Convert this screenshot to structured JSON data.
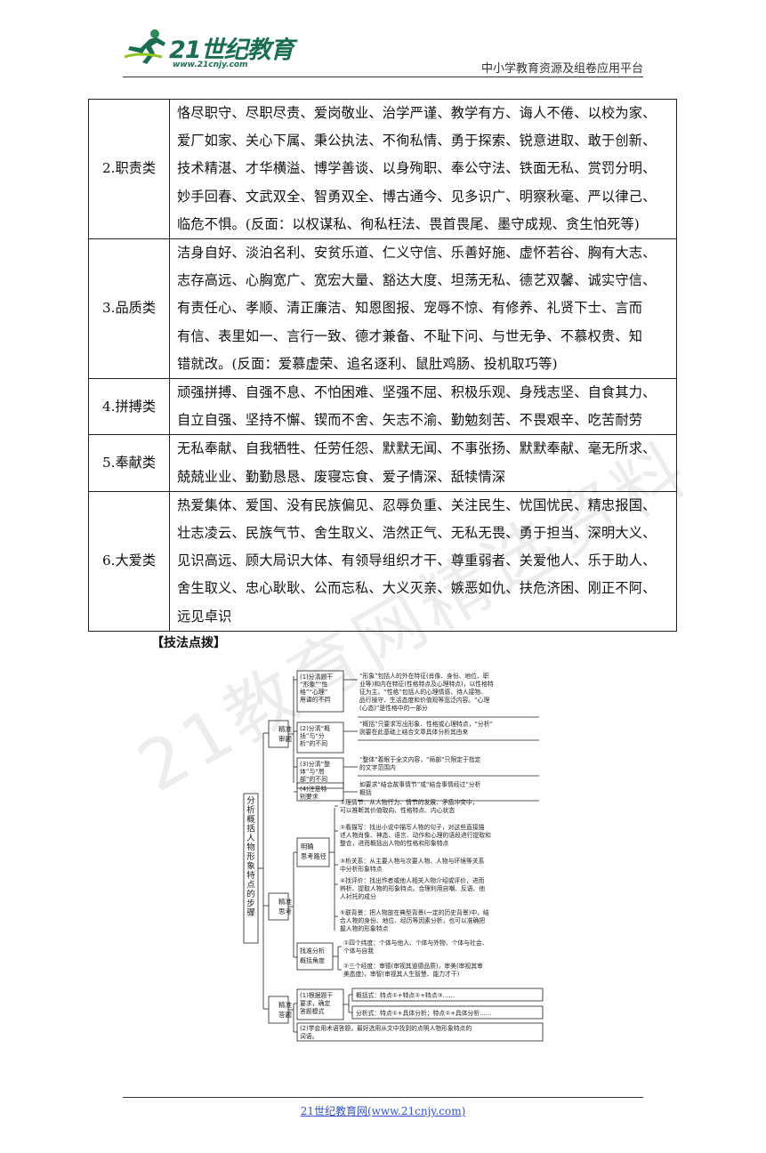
{
  "header": {
    "logo_text": "21世纪教育",
    "logo_url": "www.21cnjy.com",
    "platform": "中小学教育资源及组卷应用平台"
  },
  "table": [
    {
      "category": "2.职责类",
      "lines": [
        "恪尽职守、尽职尽责、爱岗敬业、治学严谨、教学有方、诲人不倦、以校为家、",
        "爱厂如家、关心下属、秉公执法、不徇私情、勇于探索、锐意进取、敢于创新、",
        "技术精湛、才华横溢、博学善谈、以身殉职、奉公守法、铁面无私、赏罚分明、",
        "妙手回春、文武双全、智勇双全、博古通今、见多识广、明察秋毫、严以律己、",
        "临危不惧。(反面：以权谋私、徇私枉法、畏首畏尾、墨守成规、贪生怕死等)"
      ]
    },
    {
      "category": "3.品质类",
      "lines": [
        "洁身自好、淡泊名利、安贫乐道、仁义守信、乐善好施、虚怀若谷、胸有大志、",
        "志存高远、心胸宽广、宽宏大量、豁达大度、坦荡无私、德艺双馨、诚实守信、",
        "有责任心、孝顺、清正廉洁、知恩图报、宠辱不惊、有修养、礼贤下士、言而",
        "有信、表里如一、言行一致、德才兼备、不耻下问、与世无争、不慕权贵、知",
        "错就改。(反面：爱慕虚荣、追名逐利、鼠肚鸡肠、投机取巧等)"
      ]
    },
    {
      "category": "4.拼搏类",
      "lines": [
        "顽强拼搏、自强不息、不怕困难、坚强不屈、积极乐观、身残志坚、自食其力、",
        "自立自强、坚持不懈、锲而不舍、矢志不渝、勤勉刻苦、不畏艰辛、吃苦耐劳"
      ]
    },
    {
      "category": "5.奉献类",
      "lines": [
        "无私奉献、自我牺牲、任劳任怨、默默无闻、不事张扬、默默奉献、毫无所求、",
        "兢兢业业、勤勤恳恳、废寝忘食、爱子情深、舐犊情深"
      ]
    },
    {
      "category": "6.大爱类",
      "lines": [
        "热爱集体、爱国、没有民族偏见、忍辱负重、关注民生、忧国忧民、精忠报国、",
        "壮志凌云、民族气节、舍生取义、浩然正气、无私无畏、勇于担当、深明大义、",
        "见识高远、顾大局识大体、有领导组织才干、尊重弱者、关爱他人、乐于助人、",
        "舍生取义、忠心耿耿、公而忘私、大义灭亲、嫉恶如仇、扶危济困、刚正不阿、",
        "远见卓识"
      ]
    }
  ],
  "section_title": "【技法点拨】",
  "watermark": "21教育网精选资料",
  "mindmap": {
    "root": "分析概括人物形象特点的步骤",
    "b1": "精准审题",
    "b1_items": [
      {
        "label": [
          "(1)分清题干",
          "“形象”“性",
          "格”“心理”",
          "用语的不同"
        ],
        "desc": [
          "“形象”包括人的外在特征(肖像、身份、地位、职",
          "业等)和内在特征(性格特点及心理特点)，以性格特",
          "征为主。“性格”包括人的心理情感、待人接物、",
          "品行操守、生活态度和价值观等宽泛内容。“心理",
          "(心态)”是性格中的一部分"
        ]
      },
      {
        "label": [
          "(2)分清“概",
          "括”与“分",
          "析”的不同"
        ],
        "desc": [
          "“概括”只要求写出形象、性格或心理特点，“分析”",
          "则要在此基础上结合文章具体分析其由来"
        ]
      },
      {
        "label": [
          "(3)分清“整",
          "体”与“局",
          "部”的不同"
        ],
        "desc": [
          "“整体”着眼于全文内容，“局部”只限定于指定",
          "的文字范围内"
        ]
      },
      {
        "label": [
          "(4)注意特",
          "别要求"
        ],
        "desc": [
          "如要求“结合故事情节”或“结合事情经过”分析",
          "概括"
        ]
      }
    ],
    "b2": "精准思考",
    "b2a": "明确思考路径",
    "b2a_items": [
      [
        "①理情节：从人物行为、情节的发展、矛盾冲突中，",
        "可以推断其价值取向、性格特点、内心状态"
      ],
      [
        "②看描写：找出小说中描写人物的句子，对这些直接描",
        "述人物肖像、神态、语言、动作和心理的语段进行提取和",
        "整合，进而概括出人物的性格和形象特点"
      ],
      [
        "③析关系：从主要人物与次要人物、人物与环境等关系",
        "中分析形象特点"
      ],
      [
        "④找评价：找出作者或他人相关人物介绍或评价，进而",
        "辨析、提取人物的形象特点。合理利用自嘲、反语、他",
        "人衬托的成分"
      ],
      [
        "⑤联背景：把人物放在典型背景(一定的历史背景)中，结",
        "合人物的身份、地位、经历等因素分析，也可以准确把",
        "握人物的形象特点"
      ]
    ],
    "b2b": "找准分析概括角度",
    "b2b_items": [
      [
        "①四个纬度：个体与他人、个体与外物、个体与社会、",
        "个体与自我"
      ],
      [
        "②三个经度：审德(审视其道德品质)，审美(审视其审",
        "美态度)，审智(审视其人生智慧、能力才干)"
      ]
    ],
    "b3": "精准答题",
    "b3_items": [
      {
        "label": [
          "(1)根据题干",
          "要求，确定",
          "答题模式"
        ],
        "sub": [
          "概括式：特点①+特点②+特点③……",
          "分析式：特点①+具体分析；特点②+具体分析……"
        ]
      },
      {
        "label": [
          "(2)学会用术语答题，最好选用从文中找到的点明人物形象特点的",
          "词语。"
        ]
      }
    ]
  },
  "footer": "21世纪教育网(www.21cnjy.com)"
}
